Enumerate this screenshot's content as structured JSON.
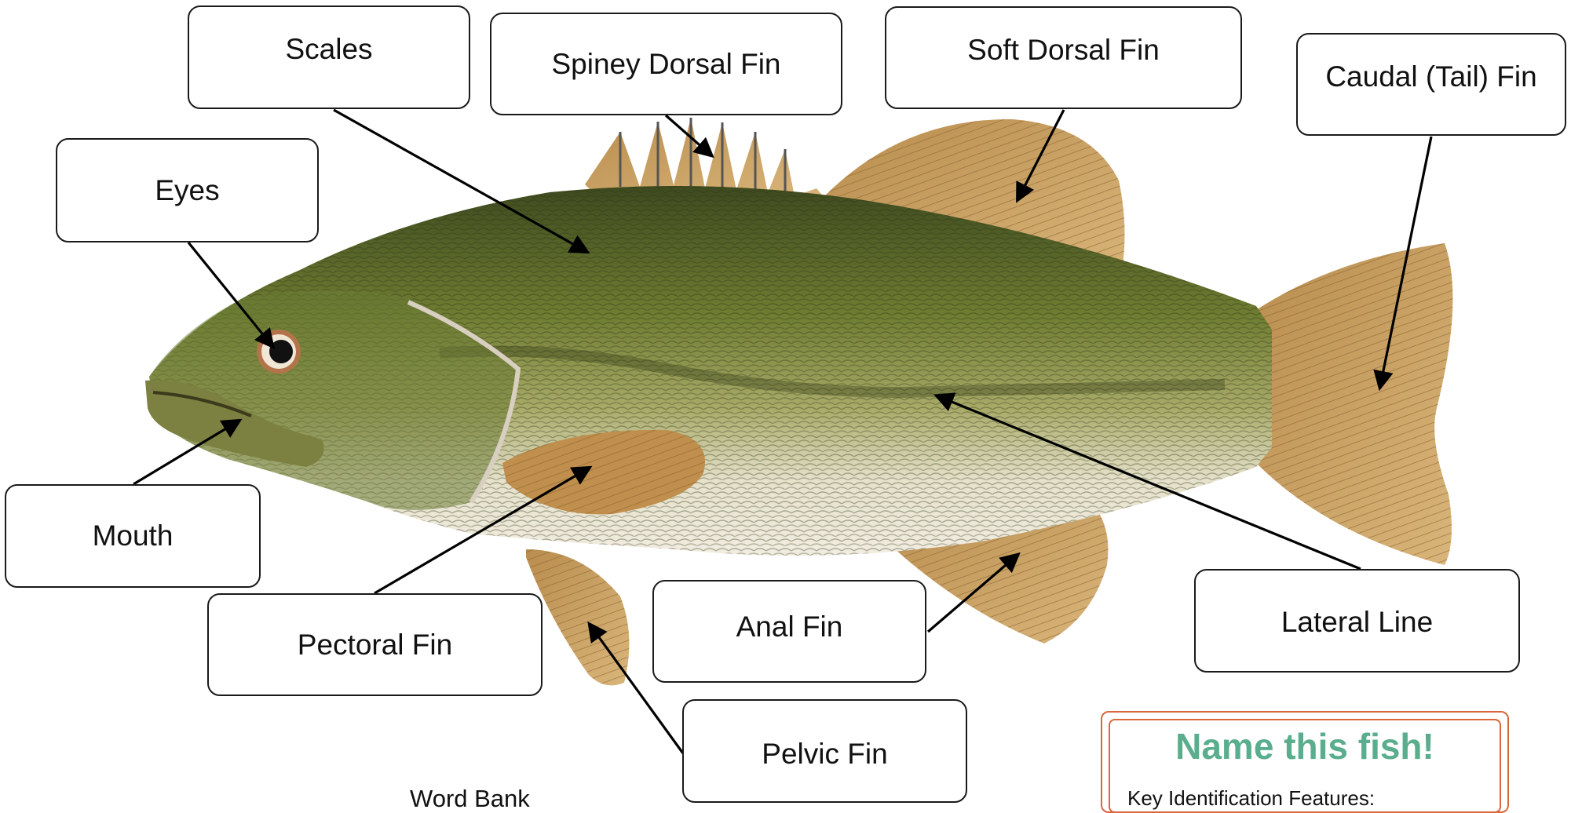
{
  "labels": {
    "scales": "Scales",
    "spiney_dorsal_fin": "Spiney Dorsal Fin",
    "soft_dorsal_fin": "Soft Dorsal Fin",
    "caudal_fin": "Caudal (Tail) Fin",
    "eyes": "Eyes",
    "mouth": "Mouth",
    "pectoral_fin": "Pectoral Fin",
    "anal_fin": "Anal Fin",
    "lateral_line": "Lateral Line",
    "pelvic_fin": "Pelvic Fin"
  },
  "word_bank": {
    "title": "Word Bank"
  },
  "name_box": {
    "title": "Name this fish!",
    "key_features_label": "Key Identification Features:"
  },
  "colors": {
    "body_dark": "#3c4a1e",
    "body_mid": "#7d8a3a",
    "belly": "#ece8d4",
    "fin": "#c9a062",
    "title_green": "#5aae8e",
    "box_orange": "#d9673c"
  }
}
